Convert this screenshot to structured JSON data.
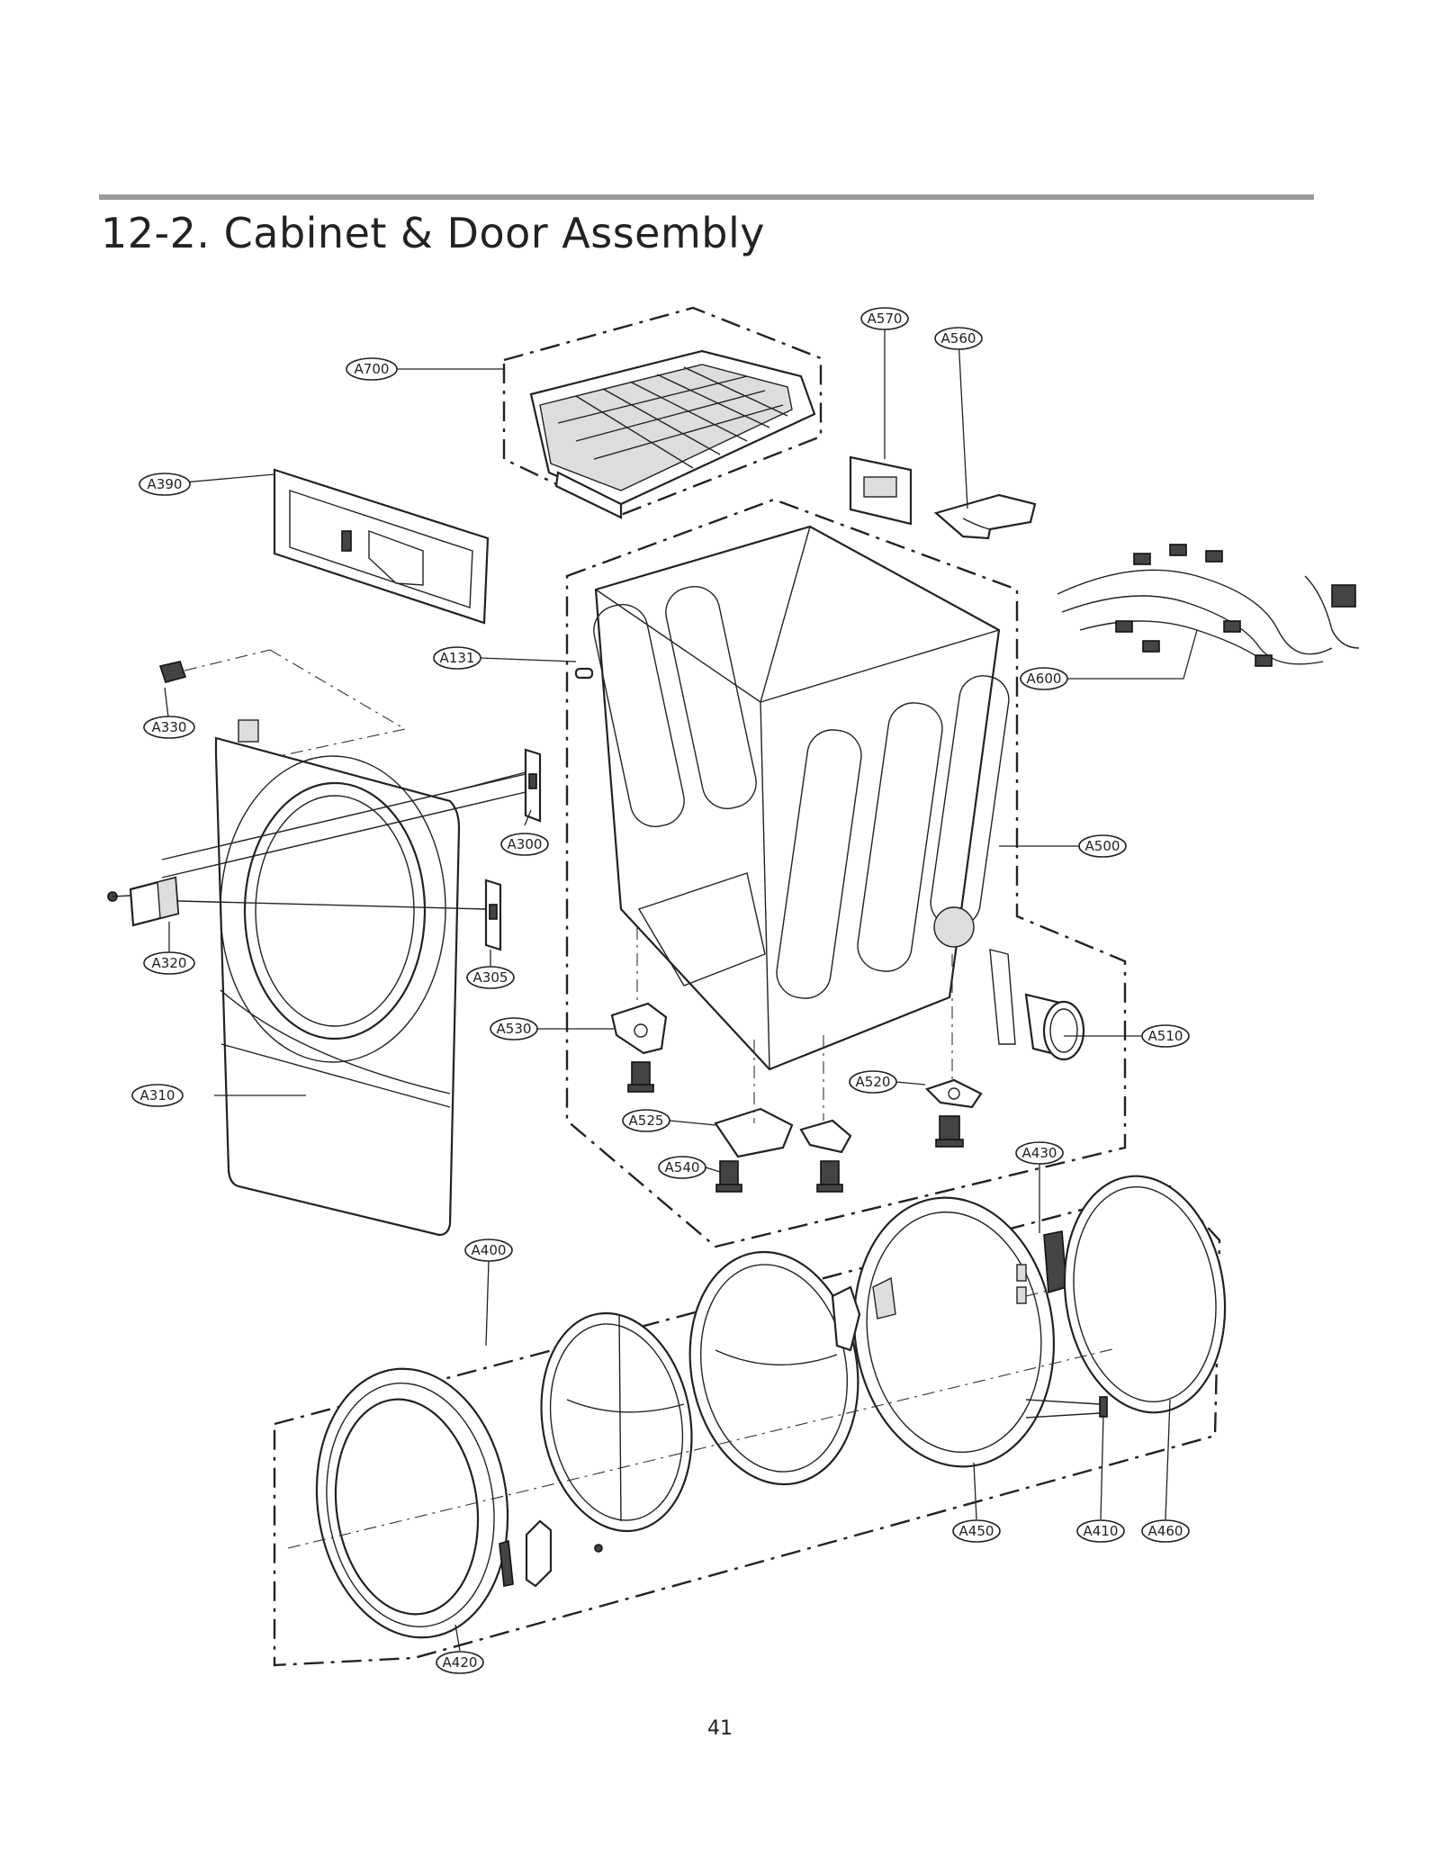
{
  "header": {
    "title": "12-2. Cabinet & Door Assembly"
  },
  "footer": {
    "page_number": "41"
  },
  "callouts": {
    "a700": "A700",
    "a570": "A570",
    "a560": "A560",
    "a390": "A390",
    "a600": "A600",
    "a131": "A131",
    "a330": "A330",
    "a300": "A300",
    "a500": "A500",
    "a320": "A320",
    "a305": "A305",
    "a530": "A530",
    "a510": "A510",
    "a310": "A310",
    "a520": "A520",
    "a525": "A525",
    "a540": "A540",
    "a430": "A430",
    "a400": "A400",
    "a450": "A450",
    "a410": "A410",
    "a460": "A460",
    "a420": "A420"
  }
}
